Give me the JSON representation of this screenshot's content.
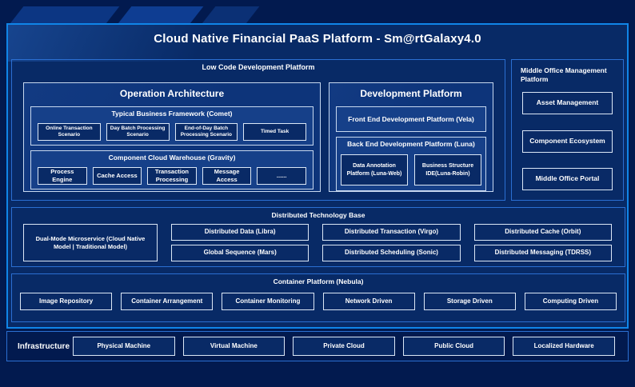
{
  "title": "Cloud Native Financial PaaS Platform - Sm@rtGalaxy4.0",
  "low_code": {
    "title": "Low Code Development Platform",
    "operation_architecture": {
      "title": "Operation Architecture",
      "comet": {
        "title": "Typical Business Framework (Comet)",
        "items": [
          "Online Transaction Scenario",
          "Day Batch Processing Scenario",
          "End-of-Day Batch Processing Scenario",
          "Timed Task"
        ]
      },
      "gravity": {
        "title": "Component Cloud Warehouse (Gravity)",
        "items": [
          "Process Engine",
          "Cache Access",
          "Transaction Processing",
          "Message Access",
          "......"
        ]
      }
    },
    "development_platform": {
      "title": "Development Platform",
      "front_end": "Front End Development Platform (Vela)",
      "back_end": {
        "title": "Back End Development Platform (Luna)",
        "items": [
          "Data Annotation Platform (Luna-Web)",
          "Business Structure IDE(Luna-Robin)"
        ]
      }
    }
  },
  "middle_office": {
    "title": "Middle Office Management Platform",
    "items": [
      "Asset Management",
      "Component Ecosystem",
      "Middle Office Portal"
    ]
  },
  "distributed": {
    "title": "Distributed Technology Base",
    "dual_mode": "Dual-Mode Microservice (Cloud Native Model | Traditional Model)",
    "columns": [
      [
        "Distributed Data (Libra)",
        "Global Sequence (Mars)"
      ],
      [
        "Distributed Transaction (Virgo)",
        "Distributed Scheduling (Sonic)"
      ],
      [
        "Distributed Cache (Orbit)",
        "Distributed Messaging (TDRSS)"
      ]
    ]
  },
  "container_platform": {
    "title": "Container Platform (Nebula)",
    "items": [
      "Image Repository",
      "Container Arrangement",
      "Container Monitoring",
      "Network Driven",
      "Storage Driven",
      "Computing Driven"
    ]
  },
  "infrastructure": {
    "label": "Infrastructure",
    "items": [
      "Physical Machine",
      "Virtual Machine",
      "Private Cloud",
      "Public Cloud",
      "Localized Hardware"
    ]
  },
  "colors": {
    "page_background": "#021a4f",
    "panel_background": "#082a66",
    "accent_border": "#1085e8",
    "section_border": "#2b6fd2",
    "light_border": "#dbe7f6",
    "subsection_background": "#164089",
    "text": "#ffffff"
  }
}
